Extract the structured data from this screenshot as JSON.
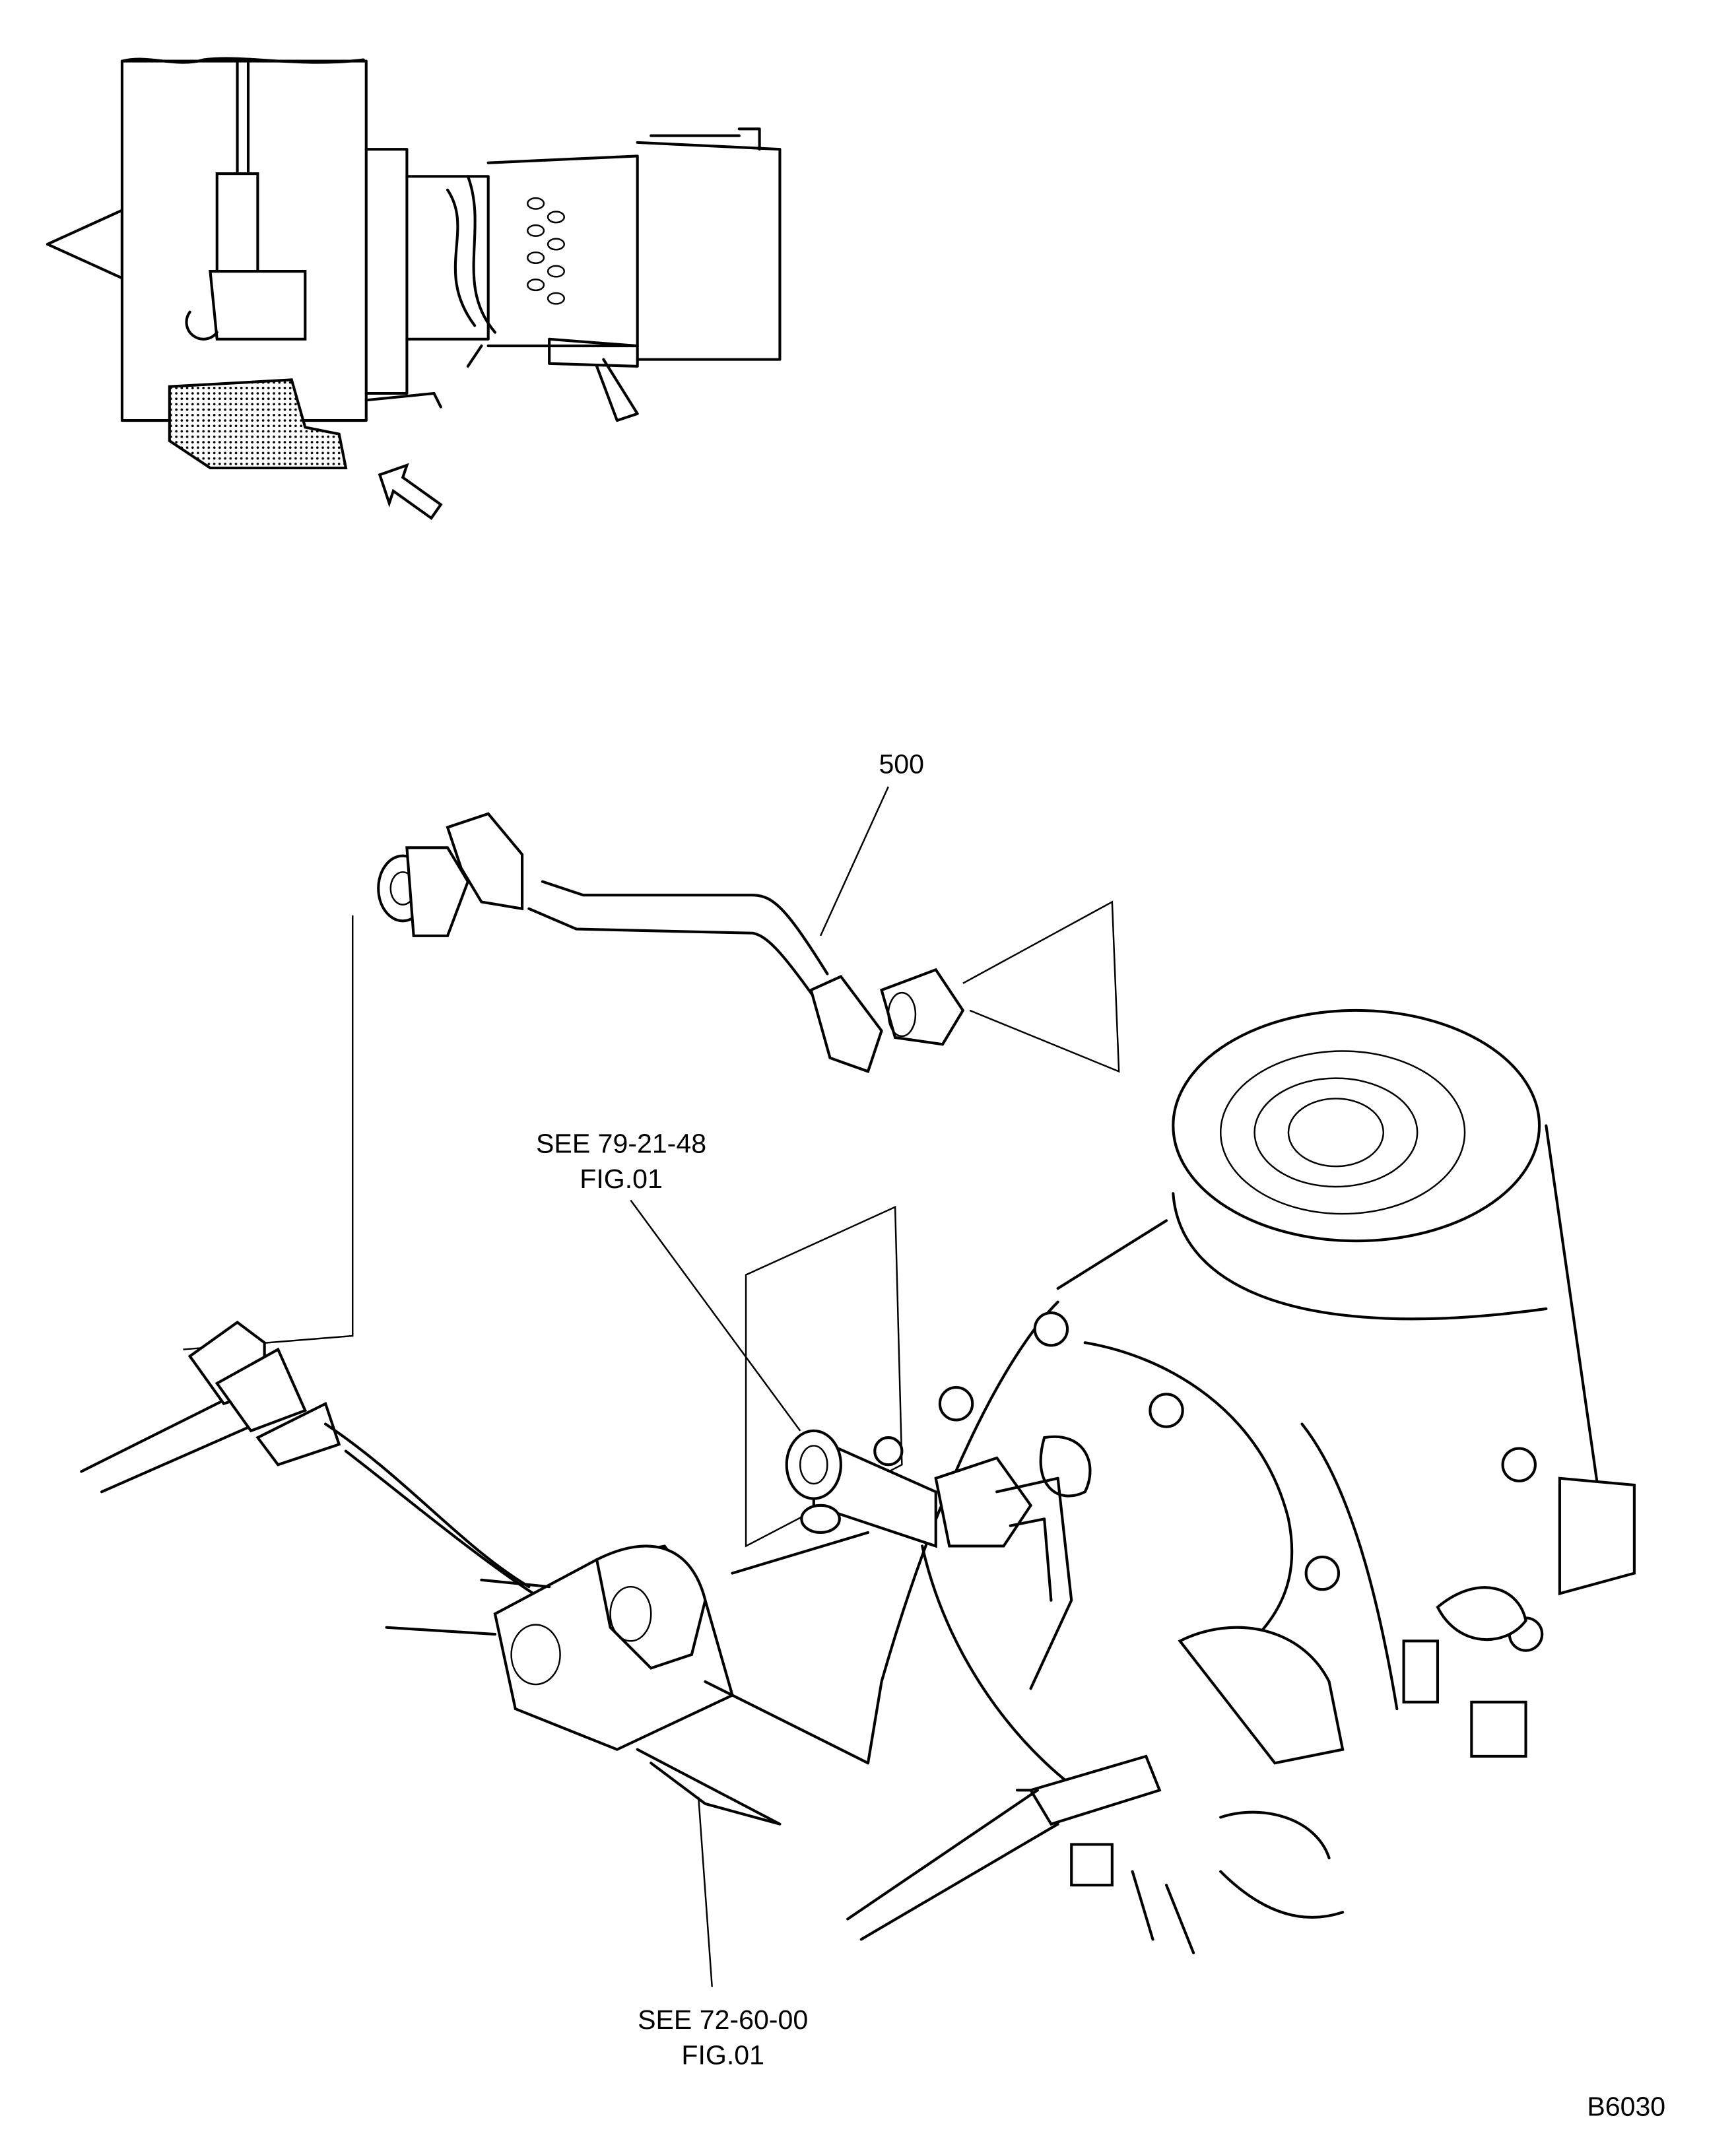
{
  "figure": {
    "item_callout": "500",
    "reference_1": {
      "line1": "SEE 79-21-48",
      "line2": "FIG.01"
    },
    "reference_2": {
      "line1": "SEE 72-60-00",
      "line2": "FIG.01"
    },
    "figure_code": "B6030"
  },
  "colors": {
    "line": "#000000",
    "background": "#ffffff"
  }
}
